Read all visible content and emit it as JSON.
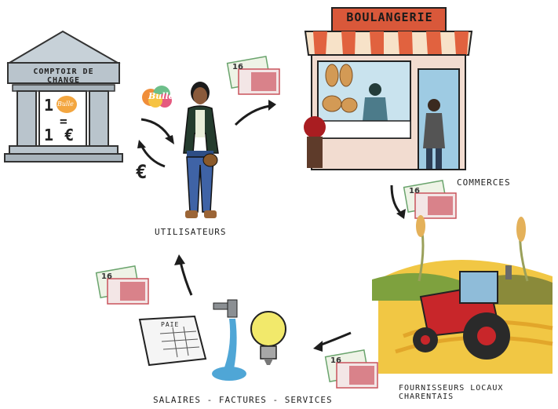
{
  "bank": {
    "title": "COMPTOIR DE CHANGE",
    "rate_line1": "1",
    "rate_equals": "=",
    "rate_line2": "1 €",
    "coin_label": "Bulle"
  },
  "user": {
    "label": "UTILISATEURS",
    "bulle_logo": "Bulle"
  },
  "euro_symbol": "€",
  "bakery": {
    "sign": "BOULANGERIE"
  },
  "labels": {
    "commerces": "COMMERCES",
    "fournisseurs": "FOURNISSEURS LOCAUX CHARENTAIS",
    "bottom": "SALAIRES - FACTURES - SERVICES"
  },
  "paie": "PAIE",
  "banknote_value": "16",
  "colors": {
    "bank_stone": "#b9c4cc",
    "awning_red": "#d9583a",
    "tractor_red": "#c8262a",
    "field_yellow": "#f1c744",
    "jacket_green": "#253c2e",
    "water_blue": "#4fa6d6"
  }
}
